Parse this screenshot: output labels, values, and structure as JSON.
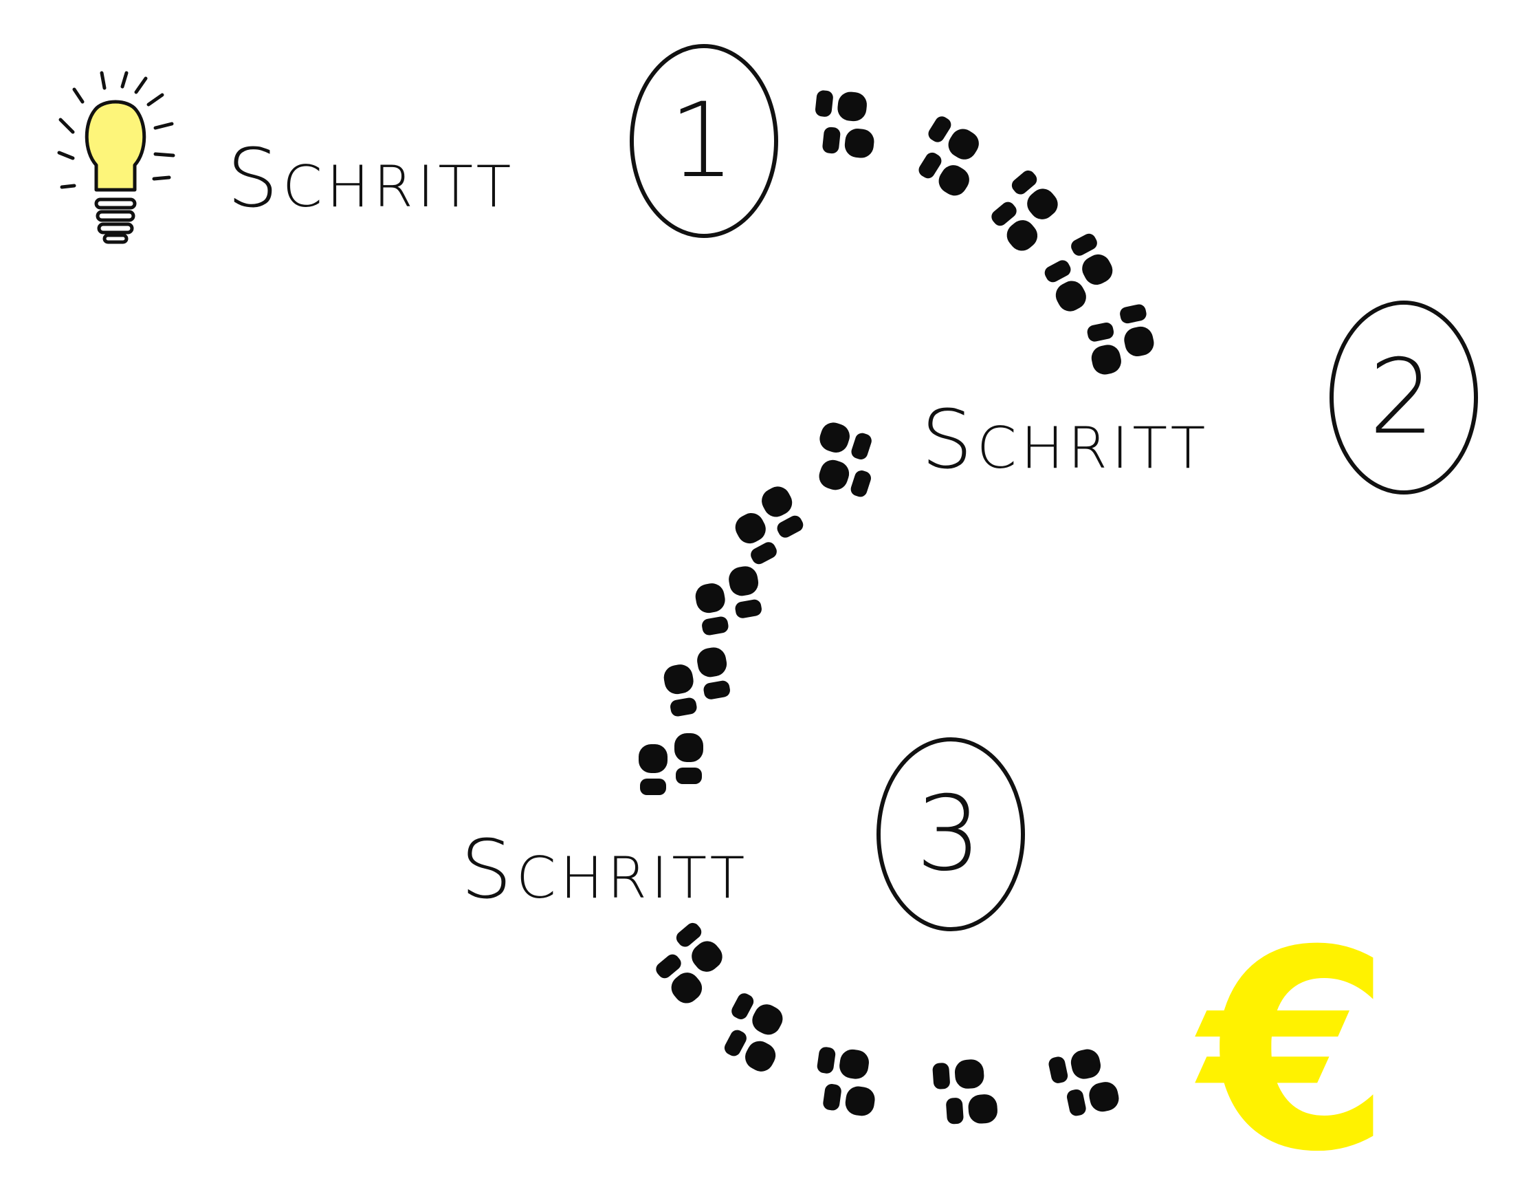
{
  "colors": {
    "ink": "#111111",
    "bulb_fill": "#fdf57a",
    "euro": "#fff200"
  },
  "icons": {
    "start": "light-bulb-icon",
    "trail": "footprints-icon",
    "goal": "euro-icon"
  },
  "steps": [
    {
      "label": "Schritt",
      "number": "1"
    },
    {
      "label": "Schritt",
      "number": "2"
    },
    {
      "label": "Schritt",
      "number": "3"
    }
  ],
  "goal": {
    "symbol": "€"
  }
}
